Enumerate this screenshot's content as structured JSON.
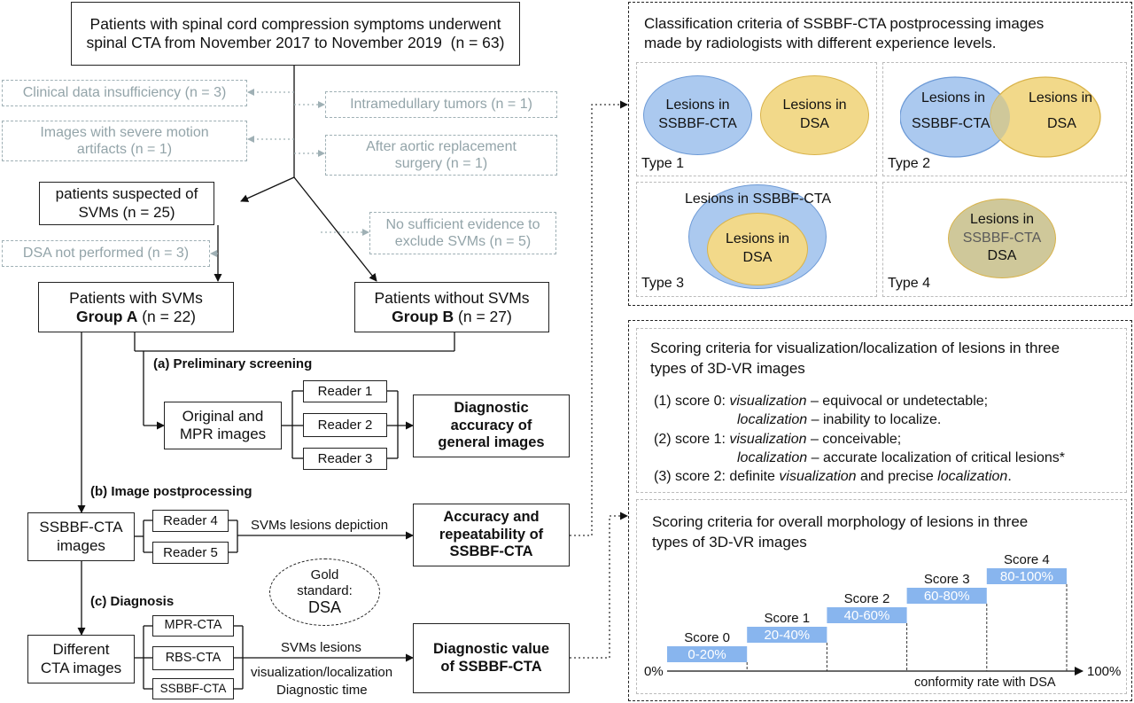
{
  "flowchart": {
    "top_box": "Patients with spinal cord compression symptoms underwent spinal CTA from November 2017 to November 2019",
    "top_n": "(n = 63)",
    "excl_clinical": "Clinical data insufficiency (n = 3)",
    "excl_motion_1": "Images with severe motion",
    "excl_motion_2": "artifacts (n = 1)",
    "excl_tumors": "Intramedullary tumors (n = 1)",
    "excl_aortic_1": "After aortic replacement",
    "excl_aortic_2": "surgery (n = 1)",
    "suspected_1": "patients suspected of",
    "suspected_2": "SVMs (n = 25)",
    "no_evidence_1": "No sufficient evidence to",
    "no_evidence_2": "exclude SVMs (n = 5)",
    "dsa_not": "DSA not performed (n = 3)",
    "group_a_1": "Patients with SVMs",
    "group_a_2": "Group A",
    "group_a_n": "(n = 22)",
    "group_b_1": "Patients without SVMs",
    "group_b_2": "Group B",
    "group_b_n": "(n = 27)",
    "prelim": "(a) Preliminary screening",
    "original_1": "Original and",
    "original_2": "MPR images",
    "reader1": "Reader 1",
    "reader2": "Reader 2",
    "reader3": "Reader 3",
    "diag_acc_1": "Diagnostic",
    "diag_acc_2": "accuracy of",
    "diag_acc_3": "general images",
    "postproc": "(b) Image postprocessing",
    "ssbbf_1": "SSBBF-CTA",
    "ssbbf_2": "images",
    "reader4": "Reader 4",
    "reader5": "Reader 5",
    "depiction": "SVMs lesions depiction",
    "acc_rep_1": "Accuracy and",
    "acc_rep_2": "repeatability of",
    "acc_rep_3": "SSBBF-CTA",
    "gold_1": "Gold",
    "gold_2": "standard:",
    "gold_3": "DSA",
    "diagnosis": "(c) Diagnosis",
    "different_1": "Different",
    "different_2": "CTA images",
    "mpr_cta": "MPR-CTA",
    "rbs_cta": "RBS-CTA",
    "ssbbf_cta": "SSBBF-CTA",
    "lesions_1": "SVMs lesions",
    "lesions_2": "visualization/localization",
    "lesions_3": "Diagnostic time",
    "diag_val_1": "Diagnostic value",
    "diag_val_2": "of SSBBF-CTA"
  },
  "classification": {
    "title_1": "Classification criteria of SSBBF-CTA postprocessing images",
    "title_2": "made by radiologists with different experience levels.",
    "type1": "Type 1",
    "type2": "Type 2",
    "type3": "Type 3",
    "type4": "Type 4",
    "lesions_in": "Lesions in",
    "ssbbf": "SSBBF-CTA",
    "dsa": "DSA",
    "lesions_in_ssbbf": "Lesions in SSBBF-CTA"
  },
  "scoring": {
    "title_1": "Scoring criteria for visualization/localization of lesions in three",
    "title_2": "types of 3D-VR images",
    "s0_prefix": "(1) score 0: ",
    "s0_vis": "visualization",
    "s0_vis_text": " – equivocal or undetectable;",
    "s0_loc": "localization",
    "s0_loc_text": " – inability to localize.",
    "s1_prefix": "(2) score 1: ",
    "s1_vis": "visualization",
    "s1_vis_text": " – conceivable;",
    "s1_loc": "localization",
    "s1_loc_text": " – accurate localization of critical lesions*",
    "s2_prefix": "(3) score 2: definite ",
    "s2_vis": "visualization",
    "s2_mid": " and precise ",
    "s2_loc": "localization",
    "s2_end": ".",
    "morph_title_1": "Scoring criteria for overall morphology of lesions in three",
    "morph_title_2": "types of 3D-VR images"
  },
  "chart_data": {
    "type": "bar",
    "categories": [
      "Score 0",
      "Score 1",
      "Score 2",
      "Score 3",
      "Score 4"
    ],
    "range_labels": [
      "0-20%",
      "20-40%",
      "40-60%",
      "60-80%",
      "80-100%"
    ],
    "axis_start": "0%",
    "axis_end": "100%",
    "xlabel": "conformity rate with DSA",
    "ranges": [
      [
        0,
        20
      ],
      [
        20,
        40
      ],
      [
        40,
        60
      ],
      [
        60,
        80
      ],
      [
        80,
        100
      ]
    ],
    "levels": [
      0,
      1,
      2,
      3,
      4
    ]
  },
  "colors": {
    "blue_fill": "#abc9ef",
    "yellow_fill": "#f2d98a",
    "overlap_fill": "#cfc89a",
    "bar_fill": "#88b5ee",
    "gray_text": "#93a4a9"
  }
}
